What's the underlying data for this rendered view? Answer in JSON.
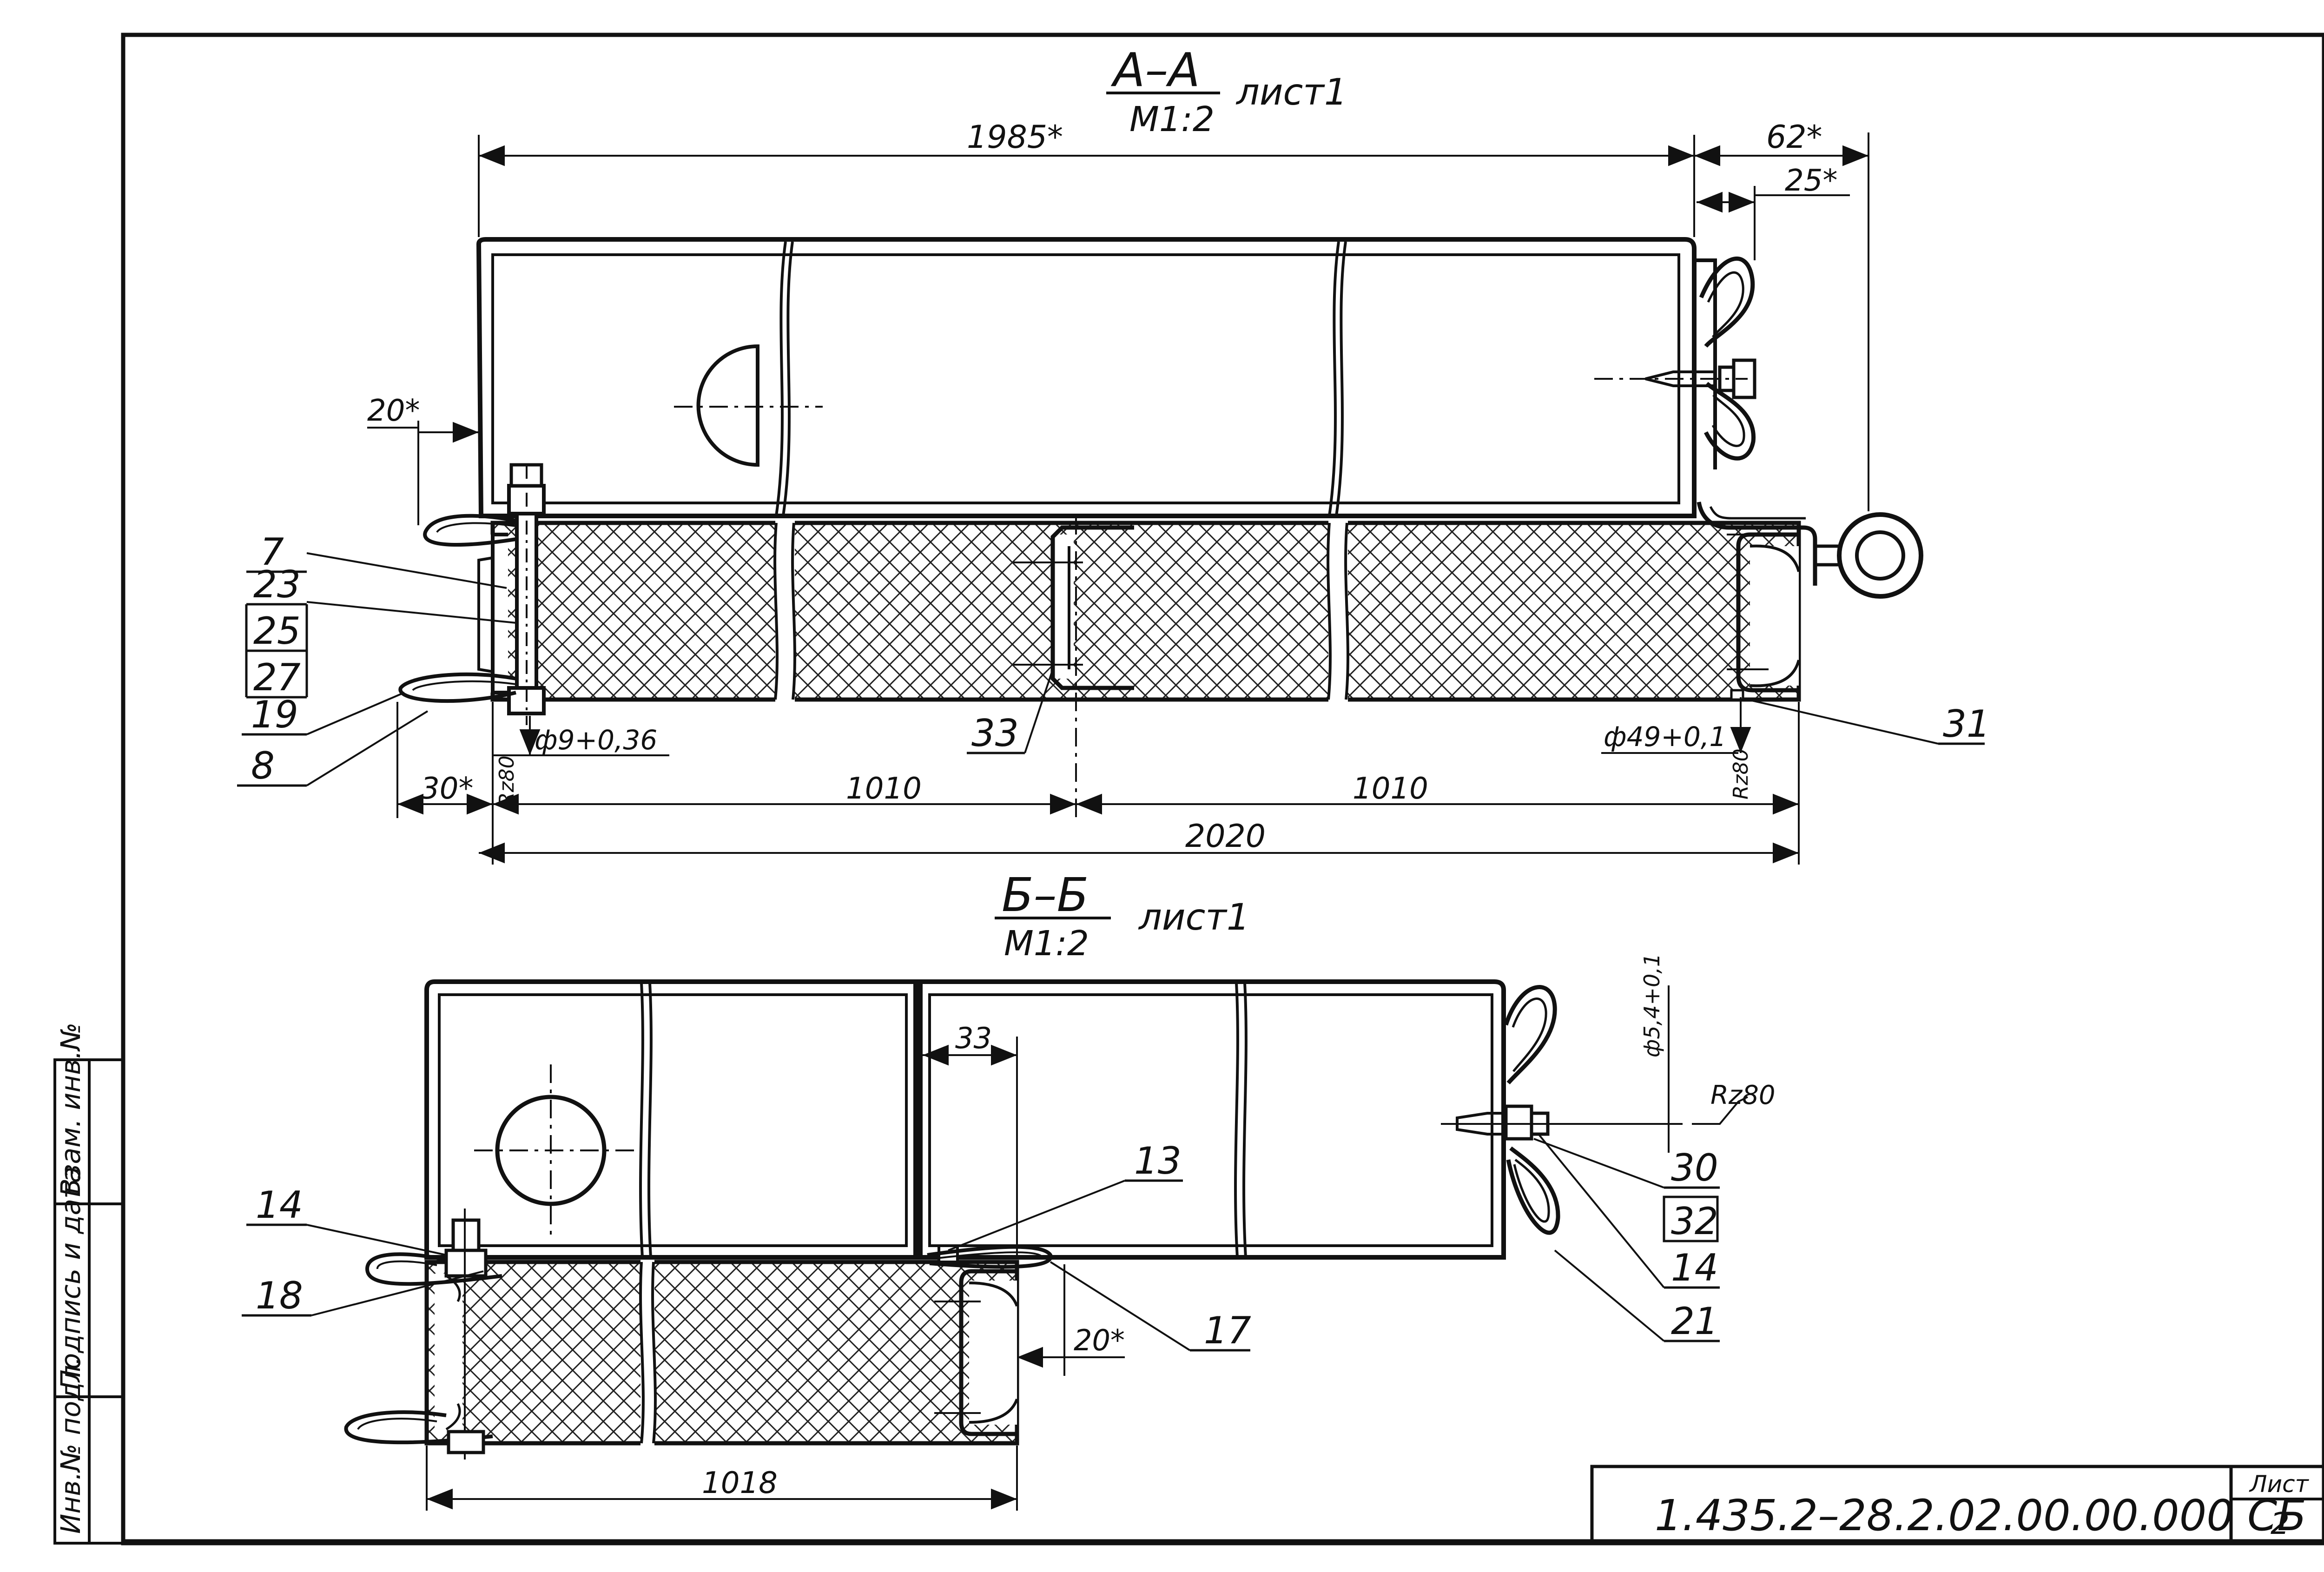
{
  "drawing": {
    "section_aa": {
      "title": "А–А",
      "scale": "М1:2",
      "sheet_ref": "лист1"
    },
    "section_bb": {
      "title": "Б–Б",
      "scale": "М1:2",
      "sheet_ref": "лист1"
    },
    "dims_aa": {
      "d1985": "1985*",
      "d62": "62*",
      "d25": "25*",
      "d20": "20*",
      "d30": "30*",
      "d1010a": "1010",
      "d1010b": "1010",
      "d2020": "2020",
      "phi9": "ф9+0,36",
      "phi49": "ф49+0,1",
      "rz80a": "Rz80",
      "rz80b": "Rz80"
    },
    "dims_bb": {
      "d33": "33",
      "d20": "20*",
      "d1018": "1018",
      "phi54": "ф5,4+0,1",
      "rz80": "Rz80"
    },
    "callouts_aa": {
      "c7": "7",
      "c23": "23",
      "c25": "25",
      "c27": "27",
      "c19": "19",
      "c8": "8",
      "c33": "33",
      "c31": "31"
    },
    "callouts_bb": {
      "c14a": "14",
      "c18": "18",
      "c13": "13",
      "c17": "17",
      "c30": "30",
      "c32": "32",
      "c14b": "14",
      "c21": "21"
    },
    "side_stamp": [
      "Инв.№ подл.",
      "Подпись и дата",
      "Взам. инв.№"
    ],
    "title_block": {
      "designation": "1.435.2–28.2.02.00.00.000 СБ",
      "sheet_label": "Лист",
      "sheet_no": "2"
    }
  }
}
